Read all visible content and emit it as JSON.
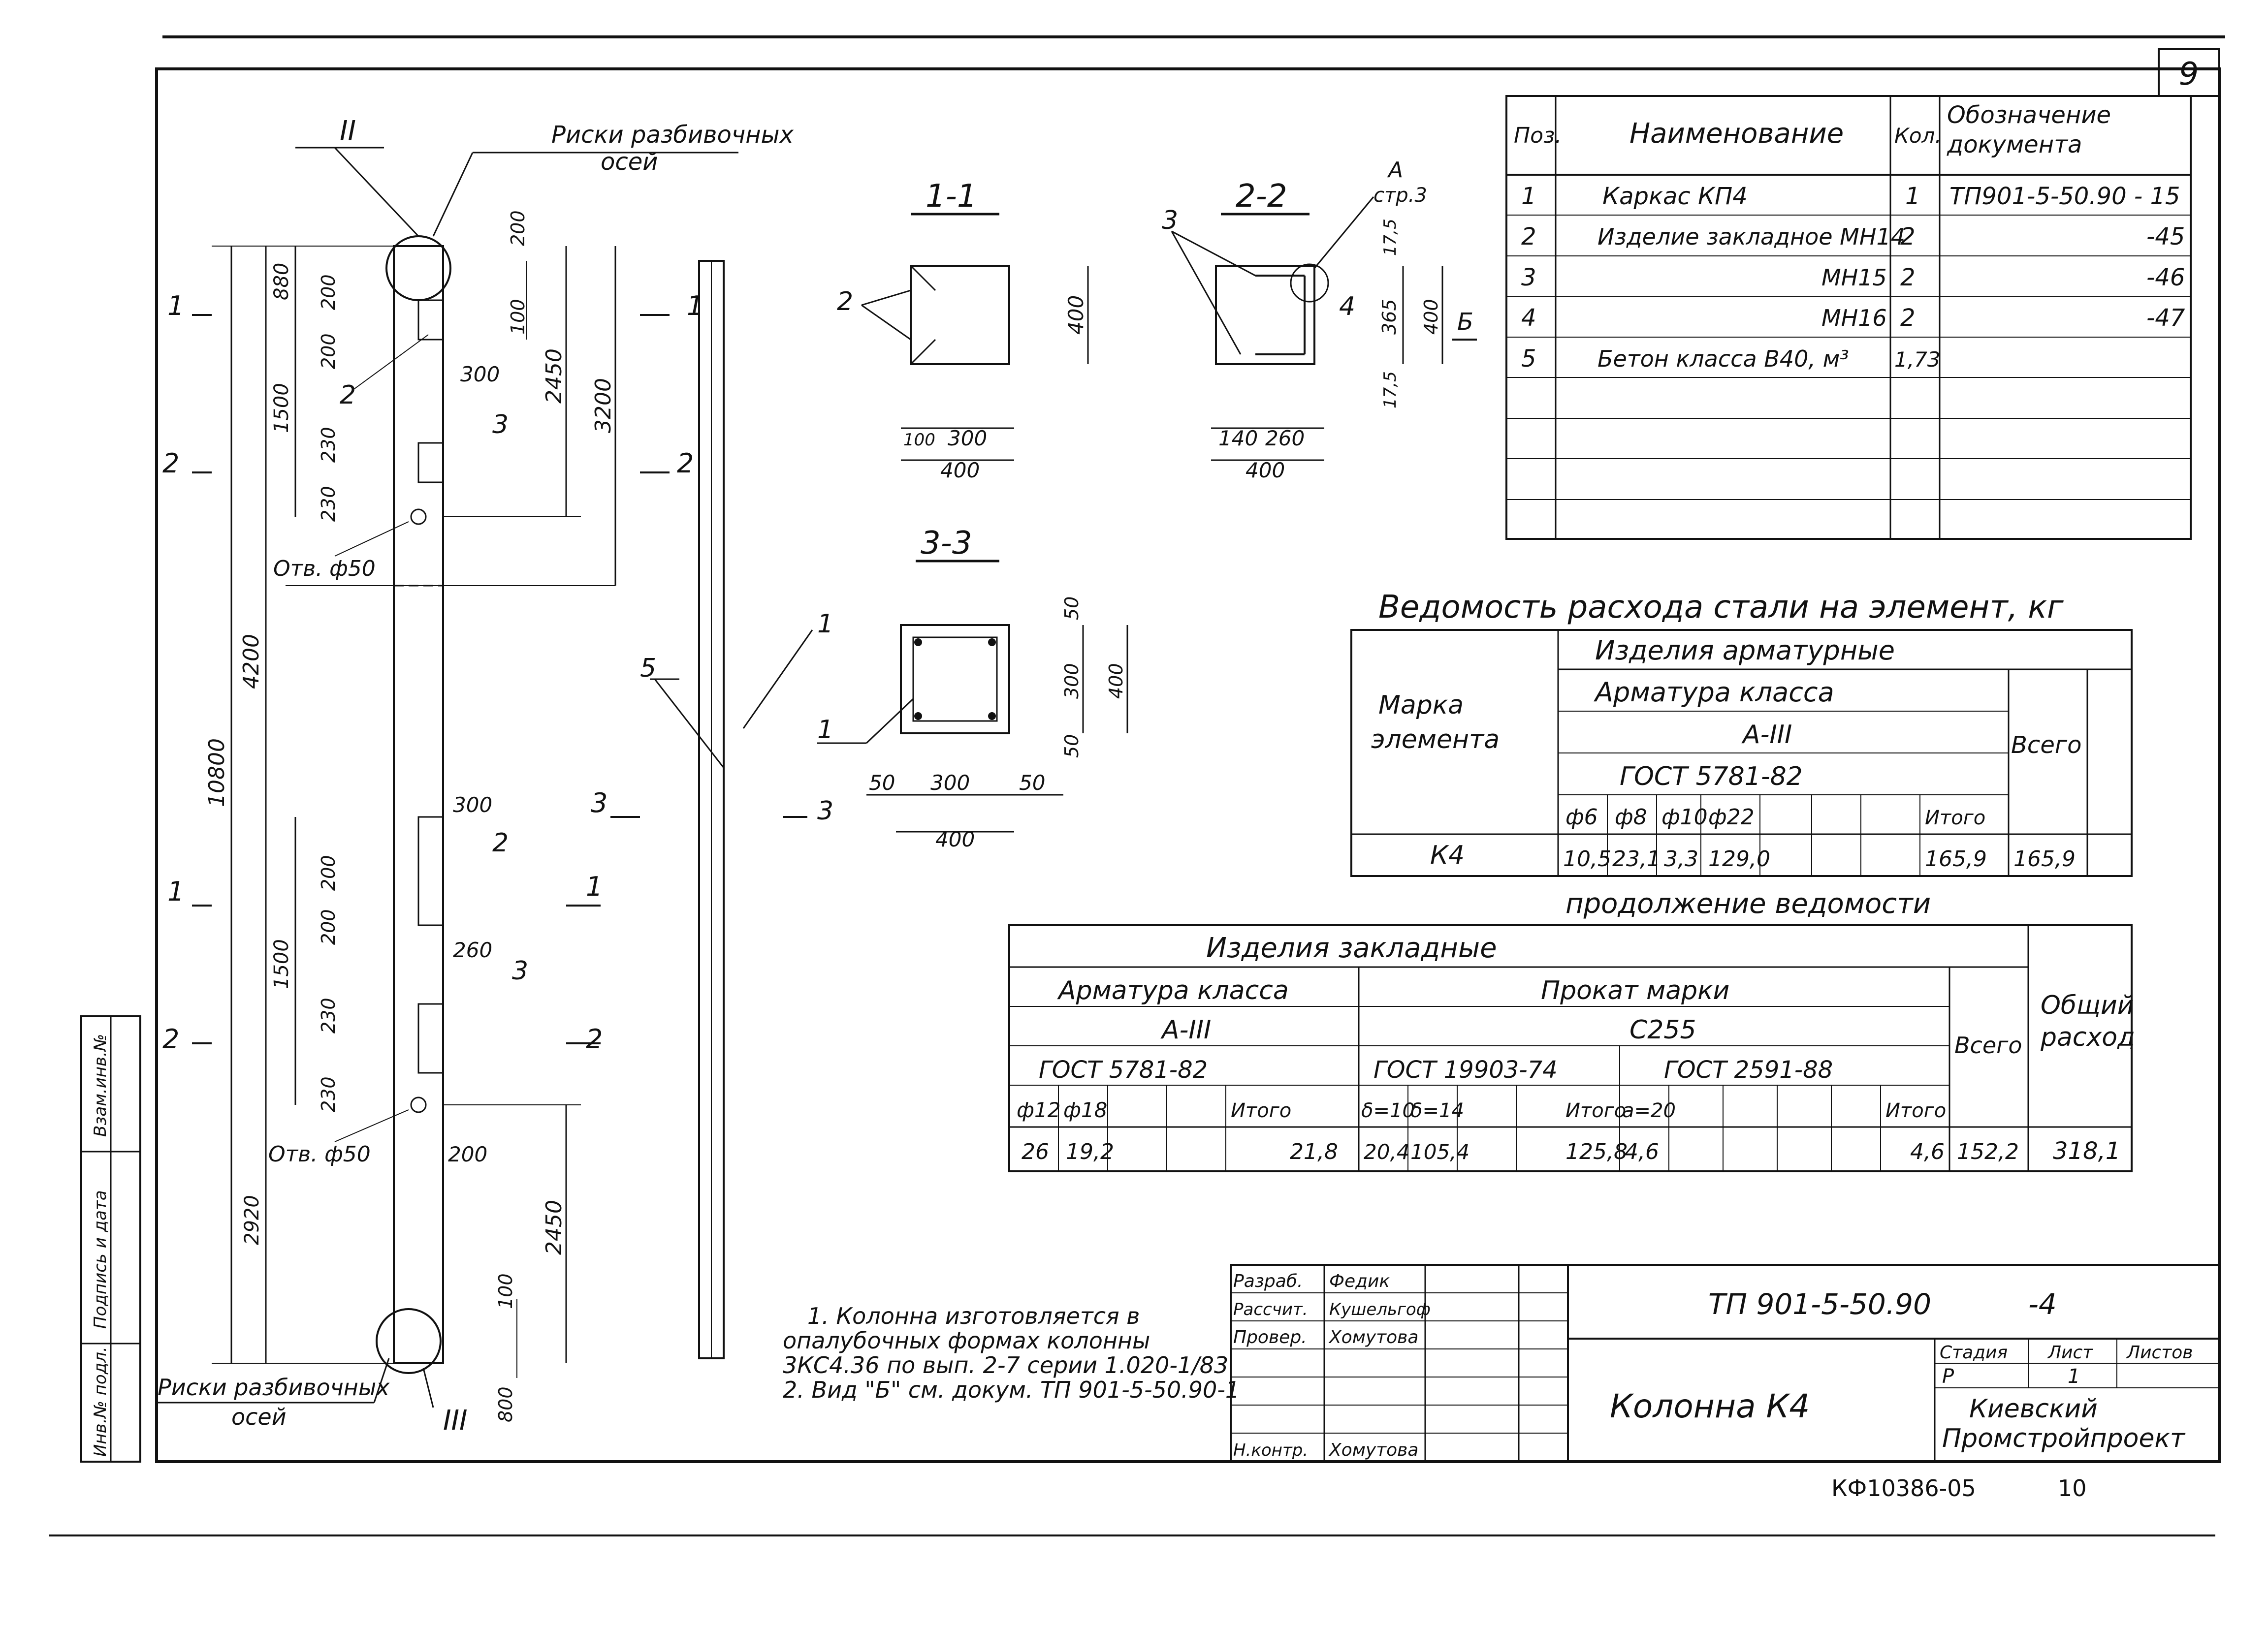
{
  "sheet": {
    "page_number": "9",
    "document_code": "ТП 901-5-50.90",
    "document_suffix": "-4",
    "title": "Колонна К4",
    "organization": [
      "Киевский",
      "Промстройпроект"
    ],
    "stage_labels": {
      "stage": "Стадия",
      "sheet": "Лист",
      "sheets": "Листов"
    },
    "stage_values": {
      "stage": "Р",
      "sheet": "1"
    },
    "archive_number": "КФ10386-05",
    "archive_page": "10",
    "side_stamp": [
      "Инв.№ подл.",
      "Подпись и дата",
      "Взам.инв.№"
    ]
  },
  "signatures": [
    {
      "role": "Разраб.",
      "name": "Федик"
    },
    {
      "role": "Рассчит.",
      "name": "Кушельгоф"
    },
    {
      "role": "Провер.",
      "name": "Хомутова"
    },
    {
      "role": "",
      "name": ""
    },
    {
      "role": "",
      "name": ""
    },
    {
      "role": "",
      "name": ""
    },
    {
      "role": "Н.контр.",
      "name": "Хомутова"
    }
  ],
  "spec_table": {
    "headers": [
      "Поз.",
      "Наименование",
      "Кол.",
      "Обозначение документа"
    ],
    "rows": [
      [
        "1",
        "Каркас КП4",
        "1",
        "ТП901-5-50.90 - 15"
      ],
      [
        "2",
        "Изделие закладное МН14",
        "2",
        "-45"
      ],
      [
        "3",
        "МН15",
        "2",
        "-46"
      ],
      [
        "4",
        "МН16",
        "2",
        "-47"
      ],
      [
        "5",
        "Бетон класса В40, м³",
        "1,73",
        ""
      ]
    ]
  },
  "steel_table": {
    "title": "Ведомость расхода стали на элемент, кг",
    "mark_header": "Марка элемента",
    "group_header": "Изделия арматурные",
    "class_header": "Арматура класса",
    "class_value": "А-III",
    "gost": "ГОСТ 5781-82",
    "total_header": "Всего",
    "diameters": [
      "ф6",
      "ф8",
      "ф10",
      "ф22",
      "",
      "",
      "Итого"
    ],
    "row": {
      "mark": "К4",
      "values": [
        "10,5",
        "23,1",
        "3,3",
        "129,0",
        "",
        "",
        "165,9"
      ],
      "total": "165,9"
    }
  },
  "cont_table": {
    "title": "продолжение ведомости",
    "group_header": "Изделия закладные",
    "arm_header": "Арматура класса",
    "arm_class": "А-III",
    "arm_gost": "ГОСТ 5781-82",
    "rolled_header": "Прокат марки",
    "rolled_mark": "С255",
    "rolled_gost1": "ГОСТ 19903-74",
    "rolled_gost2": "ГОСТ 2591-88",
    "total_header": "Всего",
    "overall_header": "Общий расход",
    "subheaders": [
      "ф12",
      "ф18",
      "",
      "",
      "Итого",
      "δ=10",
      "δ=14",
      "",
      "Итого",
      "a=20",
      "",
      "",
      "",
      "",
      "Итого"
    ],
    "values": [
      "26",
      "19,2",
      "",
      "",
      "21,8",
      "20,4",
      "105,4",
      "",
      "125,8",
      "4,6",
      "",
      "",
      "",
      "",
      "4,6"
    ],
    "total": "152,2",
    "overall": "318,1"
  },
  "notes": [
    "1. Колонна изготовляется в",
    "опалубочных формах колонны",
    "3КС4.36 по вып. 2-7 серии 1.020-1/83",
    "2. Вид \"Б\" см. докум. ТП 901-5-50.90-1"
  ],
  "drawing": {
    "callout_top": "Риски разбивочных осей",
    "callout_bottom": "Риски разбивочных осей",
    "node_top": "II",
    "node_bottom": "III",
    "hole_label": "Отв. ф50",
    "section_marks": [
      "1",
      "2",
      "3"
    ],
    "positions": [
      "1",
      "2",
      "3",
      "4",
      "5"
    ],
    "view_ref": "А",
    "view_ref_page": "стр.3",
    "view_label": "Б",
    "dims": {
      "overall": "10800",
      "top": "3200",
      "upper": "2450",
      "lower": "2450",
      "mid": "4200",
      "d880": "880",
      "d1500": "1500",
      "d2920": "2920",
      "d200": "200",
      "d100": "100",
      "d230": "230",
      "d300": "300",
      "d260": "260",
      "d400": "400",
      "d50": "50",
      "d140": "140",
      "d365": "365",
      "d175": "17,5",
      "d800": "800"
    },
    "sections": [
      "1-1",
      "2-2",
      "3-3"
    ]
  }
}
